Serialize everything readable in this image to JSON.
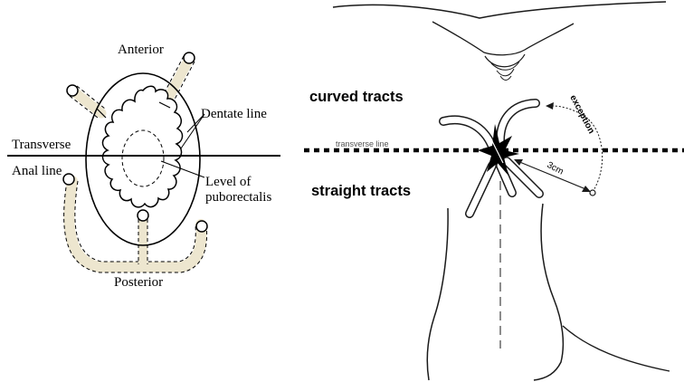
{
  "left_panel": {
    "labels": {
      "anterior": "Anterior",
      "dentate_line": "Dentate line",
      "transverse": "Transverse",
      "anal_line": "Anal line",
      "level_of": "Level of",
      "puborectalis": "puborectalis",
      "posterior": "Posterior"
    },
    "colors": {
      "tract_fill": "#ede6cf",
      "stroke": "#000000"
    }
  },
  "right_panel": {
    "labels": {
      "curved_tracts": "curved tracts",
      "transverse_line": "transverse line",
      "straight_tracts": "straight tracts",
      "exception": "exception",
      "distance": "3cm"
    },
    "colors": {
      "stroke": "#1a1a1a"
    }
  }
}
